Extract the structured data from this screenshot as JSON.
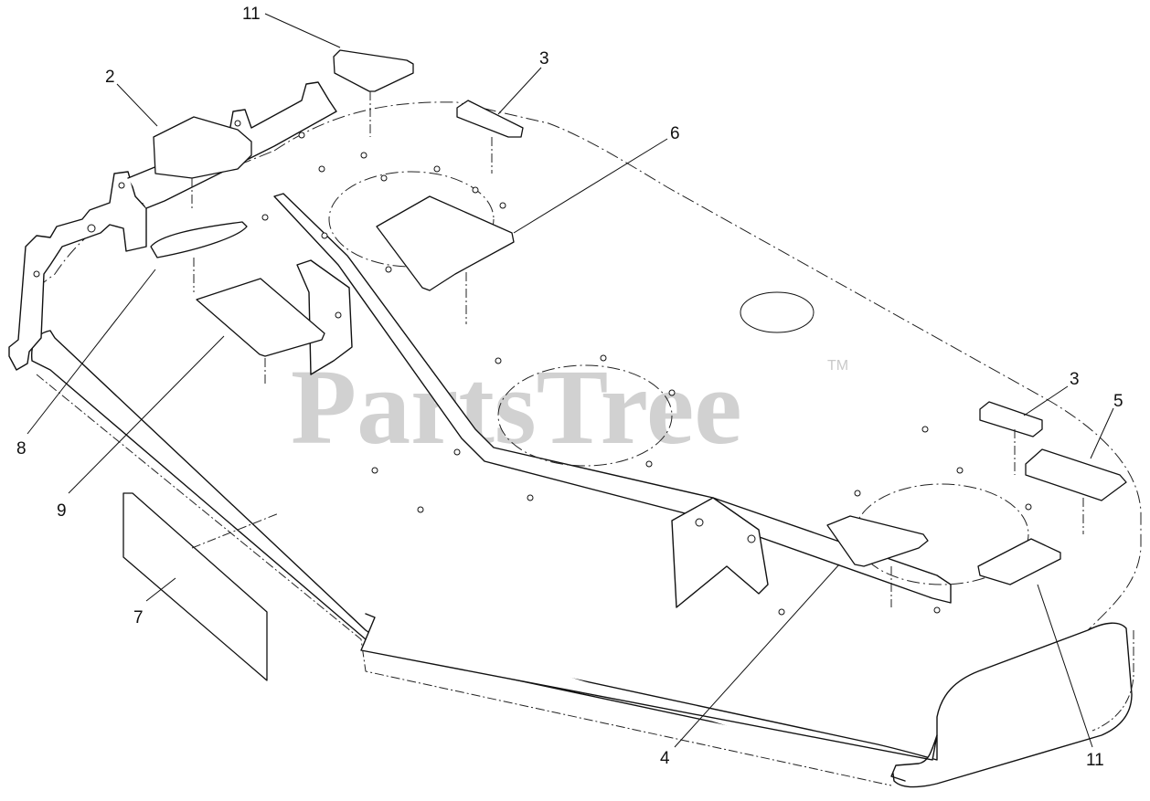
{
  "watermark": {
    "brand": "PartsTree",
    "mark": "TM"
  },
  "callouts": [
    {
      "id": "c11a",
      "label": "11"
    },
    {
      "id": "c2",
      "label": "2"
    },
    {
      "id": "c3a",
      "label": "3"
    },
    {
      "id": "c6",
      "label": "6"
    },
    {
      "id": "c3b",
      "label": "3"
    },
    {
      "id": "c5",
      "label": "5"
    },
    {
      "id": "c8",
      "label": "8"
    },
    {
      "id": "c9",
      "label": "9"
    },
    {
      "id": "c7",
      "label": "7"
    },
    {
      "id": "c4",
      "label": "4"
    },
    {
      "id": "c11b",
      "label": "11"
    }
  ]
}
